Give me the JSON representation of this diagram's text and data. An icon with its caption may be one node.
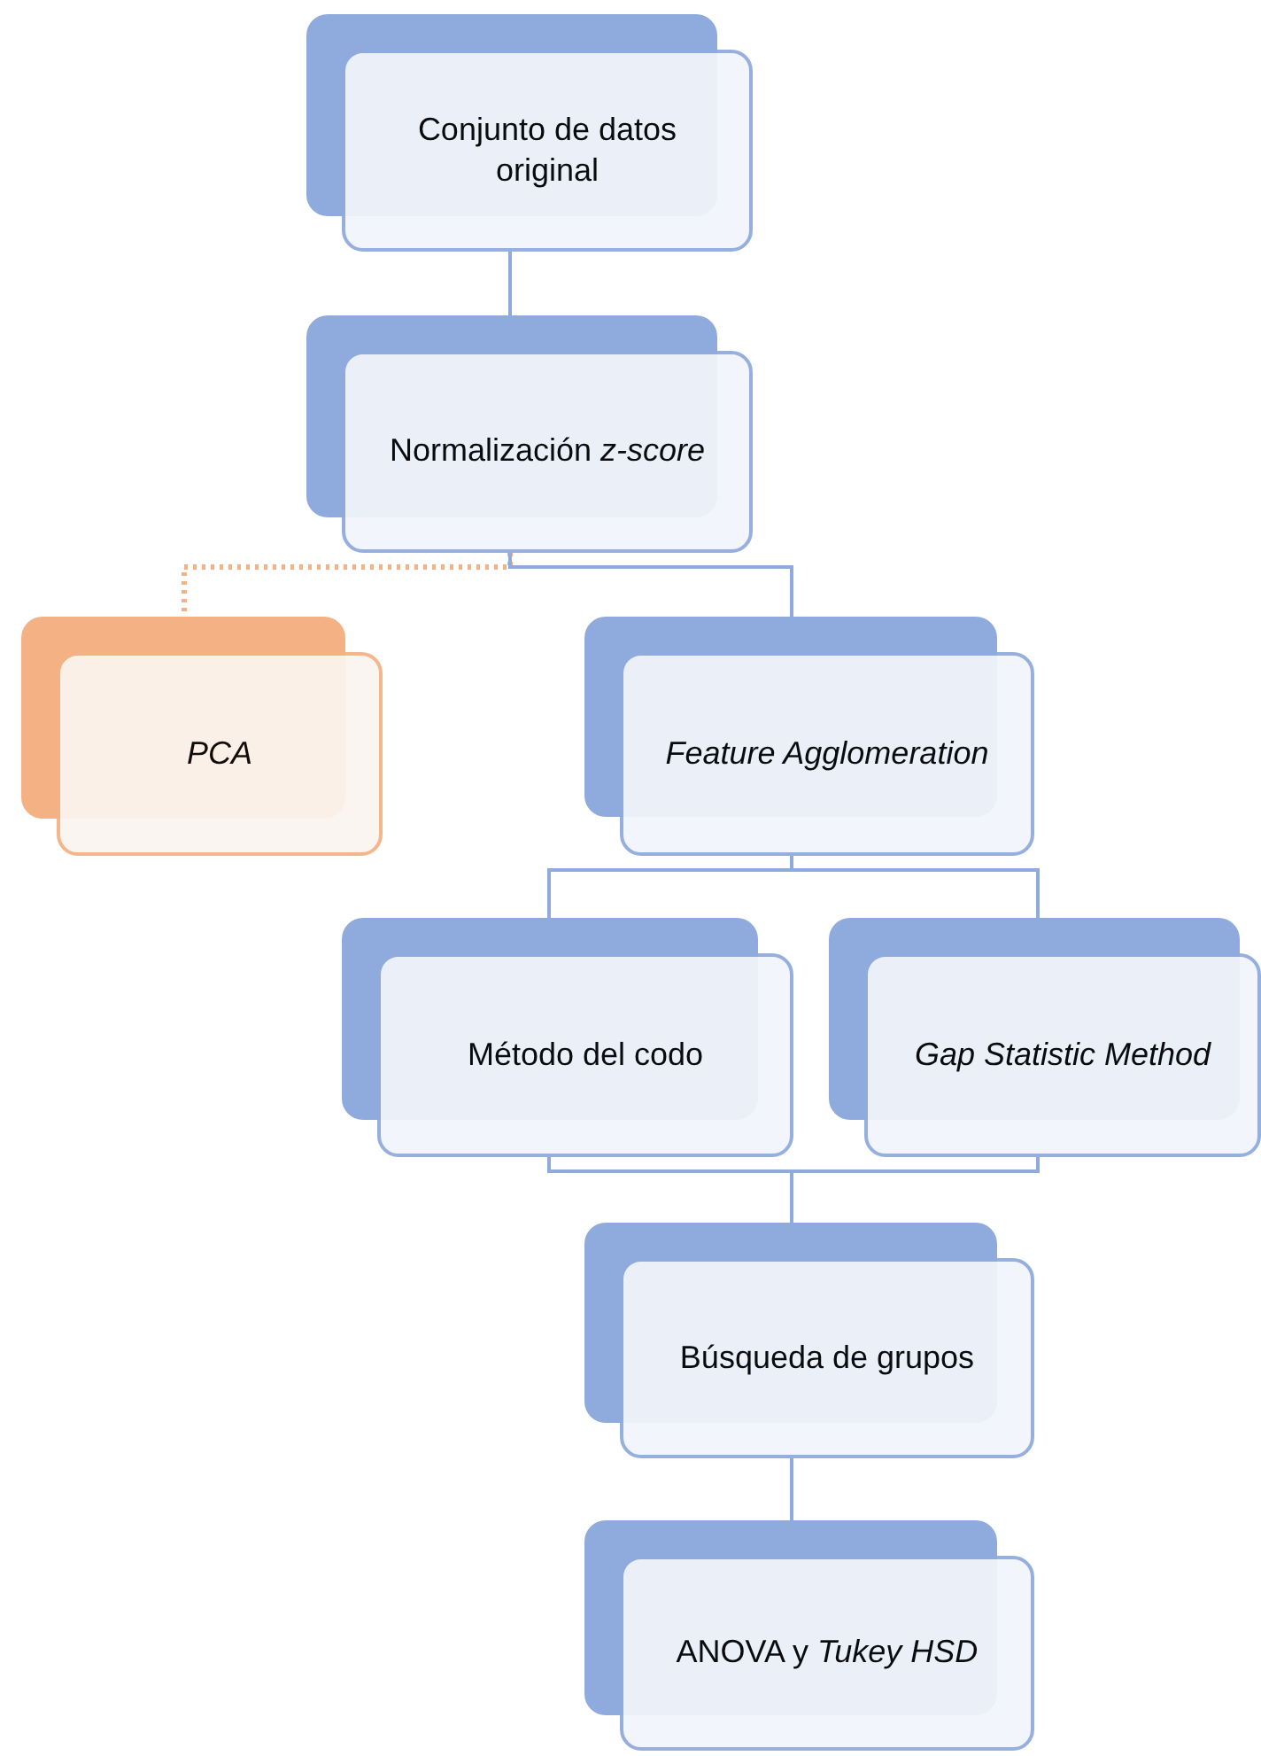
{
  "diagram": {
    "nodes": [
      {
        "text": [
          "Conjunto de datos original"
        ]
      },
      {
        "text": [
          "Normalización *z-score*"
        ]
      },
      {
        "text": [
          "PCA"
        ]
      },
      {
        "text": [
          "Feature Agglomeration"
        ]
      },
      {
        "text": [
          "Método del codo"
        ]
      },
      {
        "text": [
          "Gap Statistic Method"
        ]
      },
      {
        "text": [
          "Búsqueda de grupos"
        ]
      },
      {
        "text": [
          "ANOVA y *Tukey HSD*"
        ]
      }
    ],
    "edges": [
      {
        "from": 0,
        "to": 1,
        "arrow": "none"
      },
      {
        "from": 1,
        "to": 2,
        "arrow": "none",
        "style": "dashed",
        "color": "#f4b183"
      },
      {
        "from": 1,
        "to": 3,
        "arrow": "none"
      },
      {
        "from": 3,
        "to": 4,
        "arrow": "none"
      },
      {
        "from": 3,
        "to": 5,
        "arrow": "none"
      },
      {
        "from": 4,
        "to": 6,
        "arrow": "none"
      },
      {
        "from": 5,
        "to": 6,
        "arrow": "none"
      },
      {
        "from": 6,
        "to": 7,
        "arrow": "none"
      }
    ]
  }
}
